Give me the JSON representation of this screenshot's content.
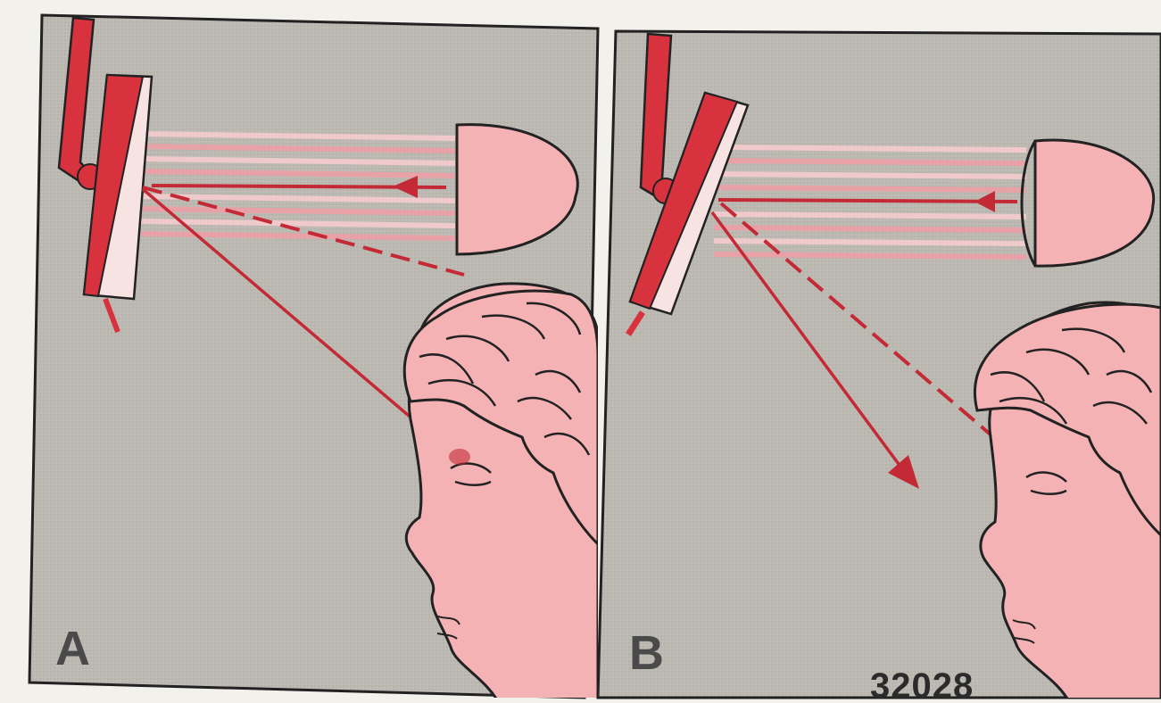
{
  "panels": [
    {
      "label": "A"
    },
    {
      "label": "B"
    }
  ],
  "figure_number": "32028",
  "colors": {
    "background_panel": "#bdbab4",
    "beam_red": "#c42a36",
    "skin_pink": "#f4b2b4",
    "mirror_red": "#d8323e",
    "outline": "#222222"
  }
}
